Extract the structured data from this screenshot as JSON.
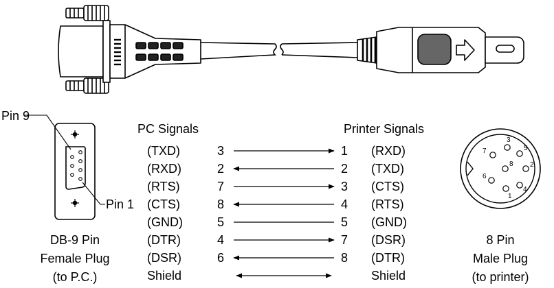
{
  "db9": {
    "pin9_label": "Pin 9",
    "pin1_label": "Pin 1",
    "caption": [
      "DB-9 Pin",
      "Female Plug",
      "(to P.C.)"
    ]
  },
  "din8": {
    "caption": [
      "8 Pin",
      "Male Plug",
      "(to printer)"
    ],
    "pin_numbers": [
      "1",
      "2",
      "3",
      "4",
      "5",
      "6",
      "7",
      "8"
    ]
  },
  "headers": {
    "pc": "PC Signals",
    "printer": "Printer Signals"
  },
  "signals": [
    {
      "pc_signal": "(TXD)",
      "pc_pin": "3",
      "printer_pin": "1",
      "printer_signal": "(RXD)",
      "direction": "to-printer"
    },
    {
      "pc_signal": "(RXD)",
      "pc_pin": "2",
      "printer_pin": "2",
      "printer_signal": "(TXD)",
      "direction": "to-pc"
    },
    {
      "pc_signal": "(RTS)",
      "pc_pin": "7",
      "printer_pin": "3",
      "printer_signal": "(CTS)",
      "direction": "to-printer"
    },
    {
      "pc_signal": "(CTS)",
      "pc_pin": "8",
      "printer_pin": "4",
      "printer_signal": "(RTS)",
      "direction": "to-pc"
    },
    {
      "pc_signal": "(GND)",
      "pc_pin": "5",
      "printer_pin": "5",
      "printer_signal": "(GND)",
      "direction": "none"
    },
    {
      "pc_signal": "(DTR)",
      "pc_pin": "4",
      "printer_pin": "7",
      "printer_signal": "(DSR)",
      "direction": "to-printer"
    },
    {
      "pc_signal": "(DSR)",
      "pc_pin": "6",
      "printer_pin": "8",
      "printer_signal": "(DTR)",
      "direction": "to-pc"
    },
    {
      "pc_signal": "Shield",
      "pc_pin": "",
      "printer_pin": "",
      "printer_signal": "Shield",
      "direction": "both"
    }
  ]
}
